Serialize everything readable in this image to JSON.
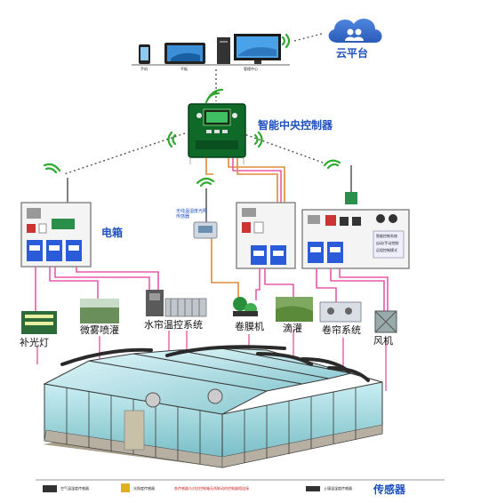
{
  "cloud": {
    "label": "云平台"
  },
  "devices": {
    "phone": "手机",
    "tablet": "平板",
    "pc": "管理中心"
  },
  "controller": {
    "label": "智能中央控制器"
  },
  "cabinets": {
    "left_label": "电箱",
    "right_notes": [
      "智能控制系统",
      "自动/手动控制",
      "远程控制模式"
    ]
  },
  "sensor_node": {
    "label": "无线温湿度光照传感器"
  },
  "equipment": [
    {
      "label": "补光灯"
    },
    {
      "label": "微雾喷灌"
    },
    {
      "label": "水帘温控系统"
    },
    {
      "label": "卷膜机"
    },
    {
      "label": "滴灌"
    },
    {
      "label": "卷帘系统"
    },
    {
      "label": "风机"
    }
  ],
  "legend": {
    "items": [
      "空气温湿度传感器",
      "光照度传感器",
      "土壤温湿度传感器"
    ],
    "note": "各传感器与对应控制箱无线联动的控制器相连接",
    "title": "传感器"
  },
  "colors": {
    "label_blue": "#1f4fbf",
    "wire_pink": "#e85aa8",
    "wire_orange": "#e08a3a",
    "glass": "#9fd4dc",
    "frame": "#3a3a3a",
    "signal_green": "#2faa2f"
  }
}
